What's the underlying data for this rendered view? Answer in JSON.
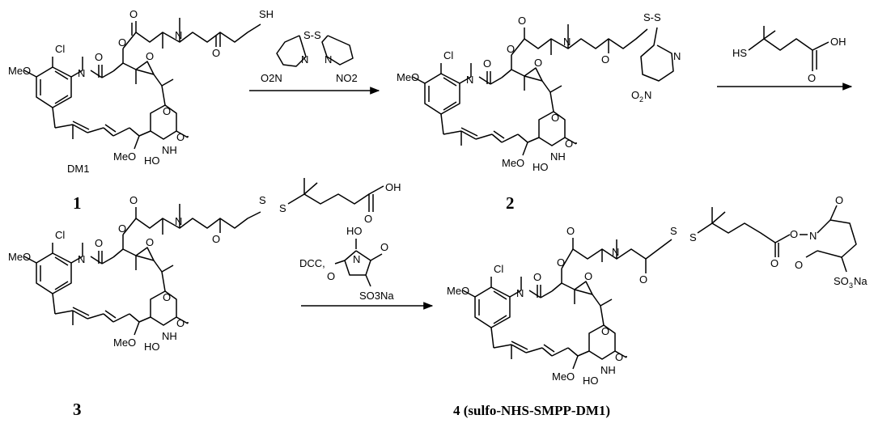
{
  "compounds": {
    "c1": {
      "number": "1",
      "name": "DM1"
    },
    "c2": {
      "number": "2"
    },
    "c3": {
      "number": "3"
    },
    "c4": {
      "number": "4",
      "name": "4 (sulfo-NHS-SMPP-DM1)"
    }
  },
  "atoms": {
    "sh": "SH",
    "s": "S",
    "n": "N",
    "o": "O",
    "oh": "OH",
    "ho": "HO",
    "cl": "Cl",
    "meo": "MeO",
    "nh": "NH",
    "no2_main": "O",
    "no2_sub": "2",
    "no2_n": "N",
    "so3na_pre": "SO",
    "so3na_sub": "3",
    "so3na_post": "Na",
    "ss_dash": "S-S"
  },
  "reagents": {
    "step1": {
      "top": "S-S",
      "no2_left": "O2N",
      "no2_right": "NO2"
    },
    "step2": {
      "thiol": "HS",
      "acid": "OH"
    },
    "step3": {
      "dcc": "DCC,",
      "nhs": "HO",
      "so3na": "SO3Na"
    }
  }
}
